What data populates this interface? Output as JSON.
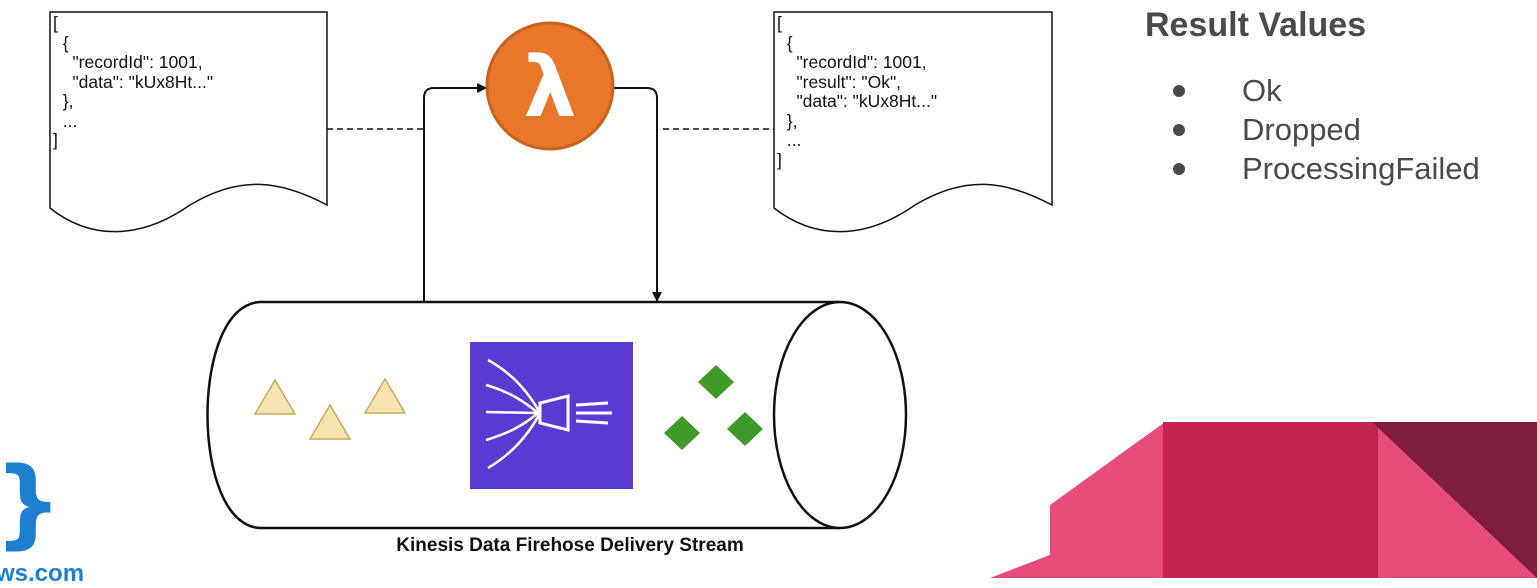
{
  "input_document": {
    "lines": [
      "[",
      "  {",
      "    \"recordId\": 1001,",
      "    \"data\": \"kUx8Ht...\"",
      "  },",
      "  ...",
      "]"
    ]
  },
  "output_document": {
    "lines": [
      "[",
      "  {",
      "    \"recordId\": 1001,",
      "    \"result\": \"Ok\",",
      "    \"data\": \"kUx8Ht...\"",
      "  },",
      "  ...",
      "]"
    ]
  },
  "lambda": {
    "icon": "lambda-icon",
    "symbol": "λ",
    "color": "#e8772a"
  },
  "stream": {
    "label": "Kinesis Data Firehose Delivery Stream",
    "firehose_icon": "kinesis-firehose-icon",
    "firehose_color": "#5a3bd1",
    "incoming_record_color": "#f5e3b0",
    "outgoing_record_color": "#3f9a2a"
  },
  "result_panel": {
    "title": "Result Values",
    "items": [
      "Ok",
      "Dropped",
      "ProcessingFailed"
    ]
  },
  "footer": {
    "brand_text": "ws.com",
    "logo_icon": "brace-logo-icon",
    "color": "#1e7fd0"
  },
  "decor": {
    "colors": [
      "#e84c78",
      "#c2234f",
      "#7f1d3c"
    ]
  }
}
